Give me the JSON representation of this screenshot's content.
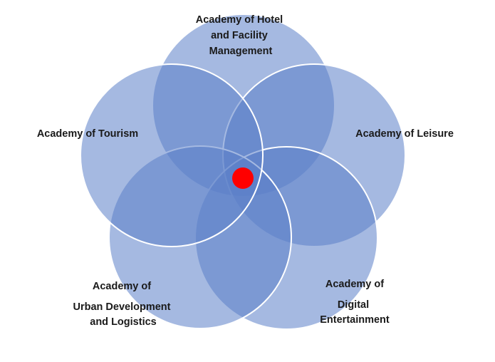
{
  "circles": [
    {
      "id": "hotel",
      "lines": [
        "Academy of Hotel",
        "and Facility",
        "Management"
      ]
    },
    {
      "id": "leisure",
      "lines": [
        "Academy of Leisure"
      ]
    },
    {
      "id": "digital",
      "lines": [
        "Academy of",
        "Digital",
        "Entertainment"
      ]
    },
    {
      "id": "urban",
      "lines": [
        "Academy of",
        "Urban Development",
        "and Logistics"
      ]
    },
    {
      "id": "tourism",
      "lines": [
        "Academy of Tourism"
      ]
    }
  ],
  "colors": {
    "circle_fill": "#5b7fc9",
    "circle_stroke": "#ffffff",
    "center_dot": "#ff0000"
  }
}
